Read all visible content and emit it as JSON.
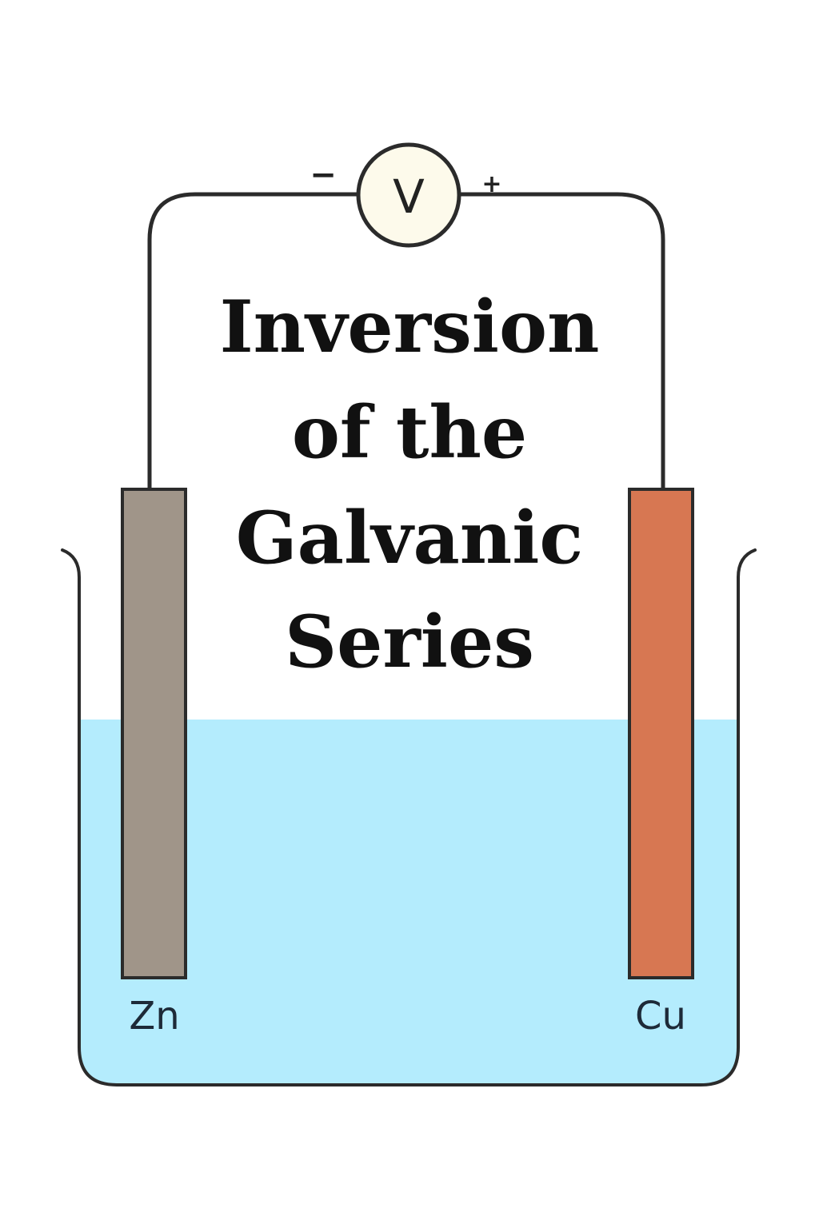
{
  "title": {
    "lines": [
      "Inversion",
      "of the",
      "Galvanic",
      "Series"
    ]
  },
  "voltmeter": {
    "symbol": "V",
    "negative_sign": "−",
    "positive_sign": "+"
  },
  "electrodes": {
    "left": {
      "label": "Zn",
      "color": "#a09589"
    },
    "right": {
      "label": "Cu",
      "color": "#d77752"
    }
  },
  "colors": {
    "electrolyte": "#b4ecfd",
    "meter_fill": "#fdfaeb",
    "outline": "#2b2b2b"
  }
}
